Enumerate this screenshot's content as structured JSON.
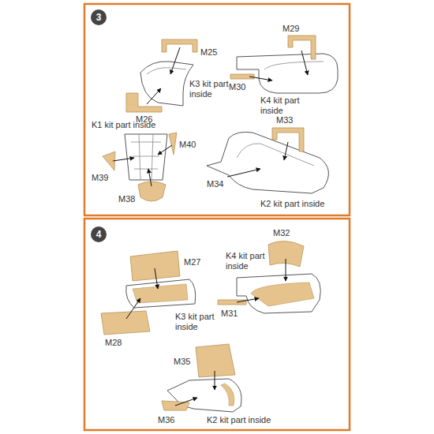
{
  "diagram": {
    "nodes": [
      {
        "text": [
          "3"
        ]
      },
      {
        "text": [
          "4"
        ]
      }
    ],
    "labels": [
      "M25",
      "K3 kit part inside",
      "M26",
      "M29",
      "M30",
      "K4 kit part inside",
      "K1 kit part inside",
      "M40",
      "M39",
      "M38",
      "M33",
      "M34",
      "K2 kit part inside",
      "M32",
      "M27",
      "K4 kit part inside",
      "M31",
      "K3 kit part inside",
      "M28",
      "M35",
      "M36",
      "K2 kit part inside"
    ]
  }
}
